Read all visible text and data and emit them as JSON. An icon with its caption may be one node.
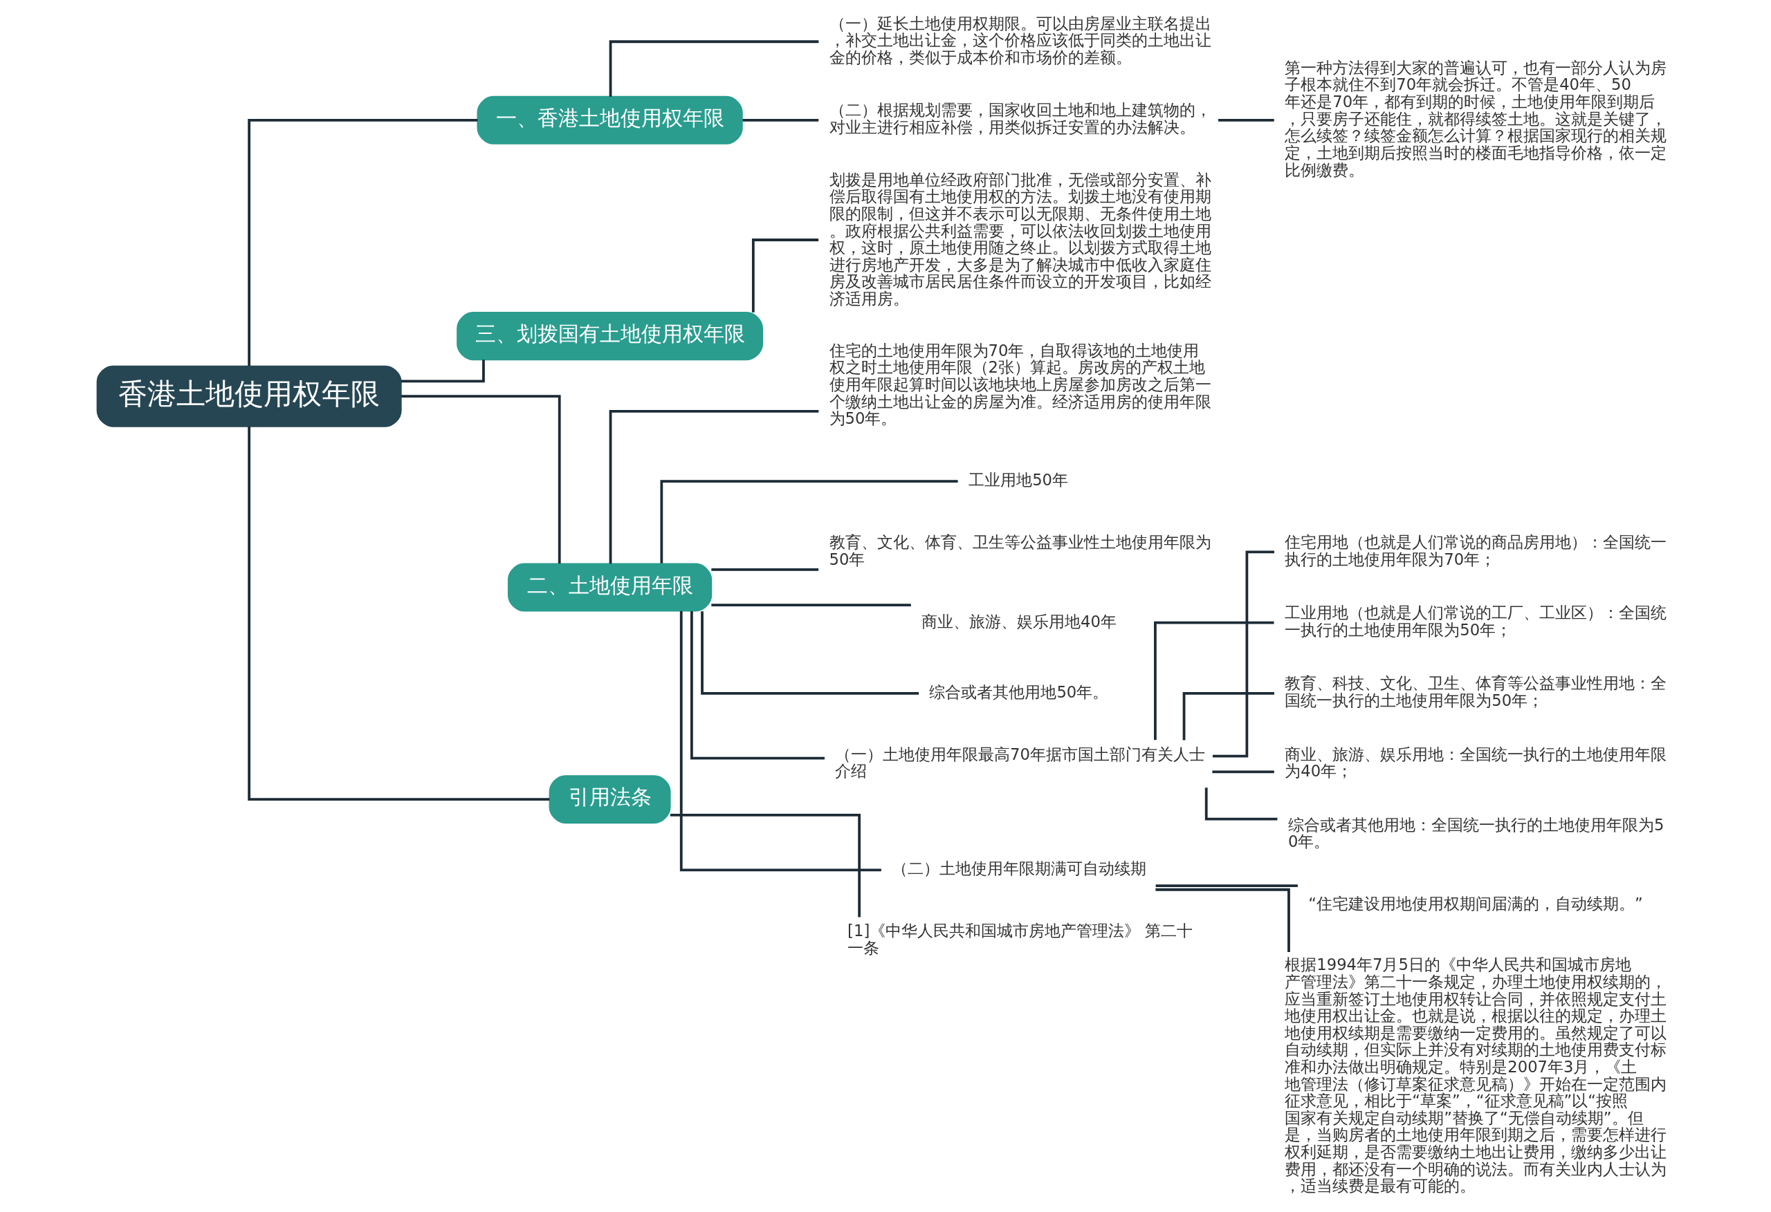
{
  "diagram": {
    "nodes": [
      {
        "text": [
          "香港土地使用权年限"
        ]
      },
      {
        "text": [
          "一、香港土地使用权年限"
        ]
      },
      {
        "text": [
          "（一）延长土地使用权期限。可以由房屋业主联名提出，补交土地出让金，这个价格应该低于同类的土地出让金的价格，类似于成本价和市场价的差额。"
        ]
      },
      {
        "text": [
          "（二）根据规划需要，国家收回土地和地上建筑物的，对业主进行相应补偿，用类似拆迁安置的办法解决。"
        ]
      },
      {
        "text": [
          "第一种方法得到大家的普遍认可，也有一部分人认为房子根本就住不到70年就会拆迁。不管是40年、50年还是70年，都有到期的时候，土地使用年限到期后，只要房子还能住，就都得续签土地。这就是关键了，怎么续签？续签金额怎么计算？根据国家现行的相关规定，土地到期后按照当时的楼面毛地指导价格，依一定比例缴费。"
        ]
      },
      {
        "text": [
          "三、划拨国有土地使用权年限"
        ]
      },
      {
        "text": [
          "划拨是用地单位经政府部门批准，无偿或部分安置、补偿后取得国有土地使用权的方法。划拨土地没有使用期限的限制，但这并不表示可以无限期、无条件使用土地。政府根据公共利益需要，可以依法收回划拨土地使用权，这时，原土地使用随之终止。以划拨方式取得土地进行房地产开发，大多是为了解决城市中低收入家庭住房及改善城市居民居住条件而设立的开发项目，比如经济适用房。"
        ]
      },
      {
        "text": [
          "二、土地使用年限"
        ]
      },
      {
        "text": [
          "住宅的土地使用年限为70年，自取得该地的土地使用权之时土地使用年限（2张）算起。房改房的产权土地使用年限起算时间以该地块地上房屋参加房改之后第一个缴纳土地出让金的房屋为准。经济适用房的使用年限为50年。"
        ]
      },
      {
        "text": [
          "工业用地50年"
        ]
      },
      {
        "text": [
          "教育、文化、体育、卫生等公益事业性土地使用年限为50年"
        ]
      },
      {
        "text": [
          "商业、旅游、娱乐用地40年"
        ]
      },
      {
        "text": [
          "综合或者其他用地50年。"
        ]
      },
      {
        "text": [
          "（一）土地使用年限最高70年据市国土部门有关人士介绍"
        ]
      },
      {
        "text": [
          "住宅用地（也就是人们常说的商品房用地）：全国统一执行的土地使用年限为70年；"
        ]
      },
      {
        "text": [
          "工业用地（也就是人们常说的工厂、工业区）：全国统一执行的土地使用年限为50年；"
        ]
      },
      {
        "text": [
          "教育、科技、文化、卫生、体育等公益事业性用地：全国统一执行的土地使用年限为50年；"
        ]
      },
      {
        "text": [
          "商业、旅游、娱乐用地：全国统一执行的土地使用年限为40年；"
        ]
      },
      {
        "text": [
          "综合或者其他用地：全国统一执行的土地使用年限为50年。"
        ]
      },
      {
        "text": [
          "（二）土地使用年限期满可自动续期"
        ]
      },
      {
        "text": [
          "“住宅建设用地使用权期间届满的，自动续期。”"
        ]
      },
      {
        "text": [
          "根据1994年7月5日的《中华人民共和国城市房地产管理法》第二十一条规定，办理土地使用权续期的，应当重新签订土地使用权转让合同，并依照规定支付土地使用权出让金。也就是说，根据以往的规定，办理土地使用权续期是需要缴纳一定费用的。虽然规定了可以自动续期，但实际上并没有对续期的土地使用费支付标准和办法做出明确规定。特别是2007年3月，《土地管理法（修订草案征求意见稿）》开始在一定范围内征求意见，相比于“草案”，“征求意见稿”以“按照国家有关规定自动续期”替换了“无偿自动续期”。但是，当购房者的土地使用年限到期之后，需要怎样进行权利延期，是否需要缴纳土地出让费用，缴纳多少出让费用，都还没有一个明确的说法。而有关业内人士认为，适当续费是最有可能的。"
        ]
      },
      {
        "text": [
          "引用法条"
        ]
      },
      {
        "text": [
          "[1]《中华人民共和国城市房地产管理法》 第二十一条"
        ]
      }
    ],
    "edges": [
      {
        "from": 0,
        "to": 1,
        "arrow": "none"
      },
      {
        "from": 1,
        "to": 2,
        "arrow": "none"
      },
      {
        "from": 1,
        "to": 3,
        "arrow": "none"
      },
      {
        "from": 3,
        "to": 4,
        "arrow": "none"
      },
      {
        "from": 0,
        "to": 5,
        "arrow": "none"
      },
      {
        "from": 5,
        "to": 6,
        "arrow": "none"
      },
      {
        "from": 0,
        "to": 7,
        "arrow": "none"
      },
      {
        "from": 7,
        "to": 8,
        "arrow": "none"
      },
      {
        "from": 7,
        "to": 9,
        "arrow": "none"
      },
      {
        "from": 7,
        "to": 10,
        "arrow": "none"
      },
      {
        "from": 7,
        "to": 11,
        "arrow": "none"
      },
      {
        "from": 7,
        "to": 12,
        "arrow": "none"
      },
      {
        "from": 7,
        "to": 13,
        "arrow": "none"
      },
      {
        "from": 13,
        "to": 14,
        "arrow": "none"
      },
      {
        "from": 13,
        "to": 15,
        "arrow": "none"
      },
      {
        "from": 13,
        "to": 16,
        "arrow": "none"
      },
      {
        "from": 13,
        "to": 17,
        "arrow": "none"
      },
      {
        "from": 13,
        "to": 18,
        "arrow": "none"
      },
      {
        "from": 7,
        "to": 19,
        "arrow": "none"
      },
      {
        "from": 19,
        "to": 20,
        "arrow": "none"
      },
      {
        "from": 19,
        "to": 21,
        "arrow": "none"
      },
      {
        "from": 0,
        "to": 22,
        "arrow": "none"
      },
      {
        "from": 22,
        "to": 23,
        "arrow": "none"
      }
    ]
  }
}
